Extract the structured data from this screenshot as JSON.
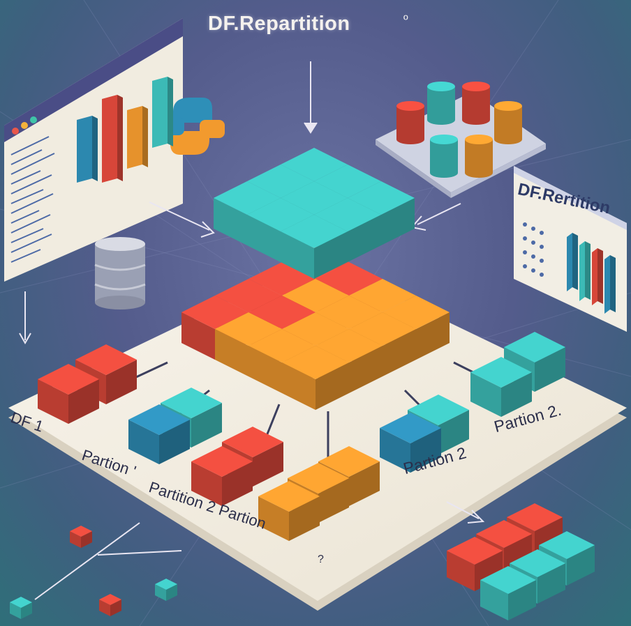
{
  "title": "DF.Repartition",
  "title_mark": "º",
  "panel_title": "DF.Rertition",
  "labels": {
    "df1": "DF 1",
    "partition_left": "Partion '",
    "partition_middle": "Partition 2 Partion",
    "partition_right_a": "Partion 2",
    "partition_right_b": "Partion 2.",
    "stray_mark": "?"
  },
  "colors": {
    "teal": "#3fc4c0",
    "blue": "#2e8fb8",
    "red": "#e24a3c",
    "orange": "#f29a2e",
    "yellow": "#f5b43a",
    "board": "#f3eee3",
    "background": "#5a6392"
  }
}
